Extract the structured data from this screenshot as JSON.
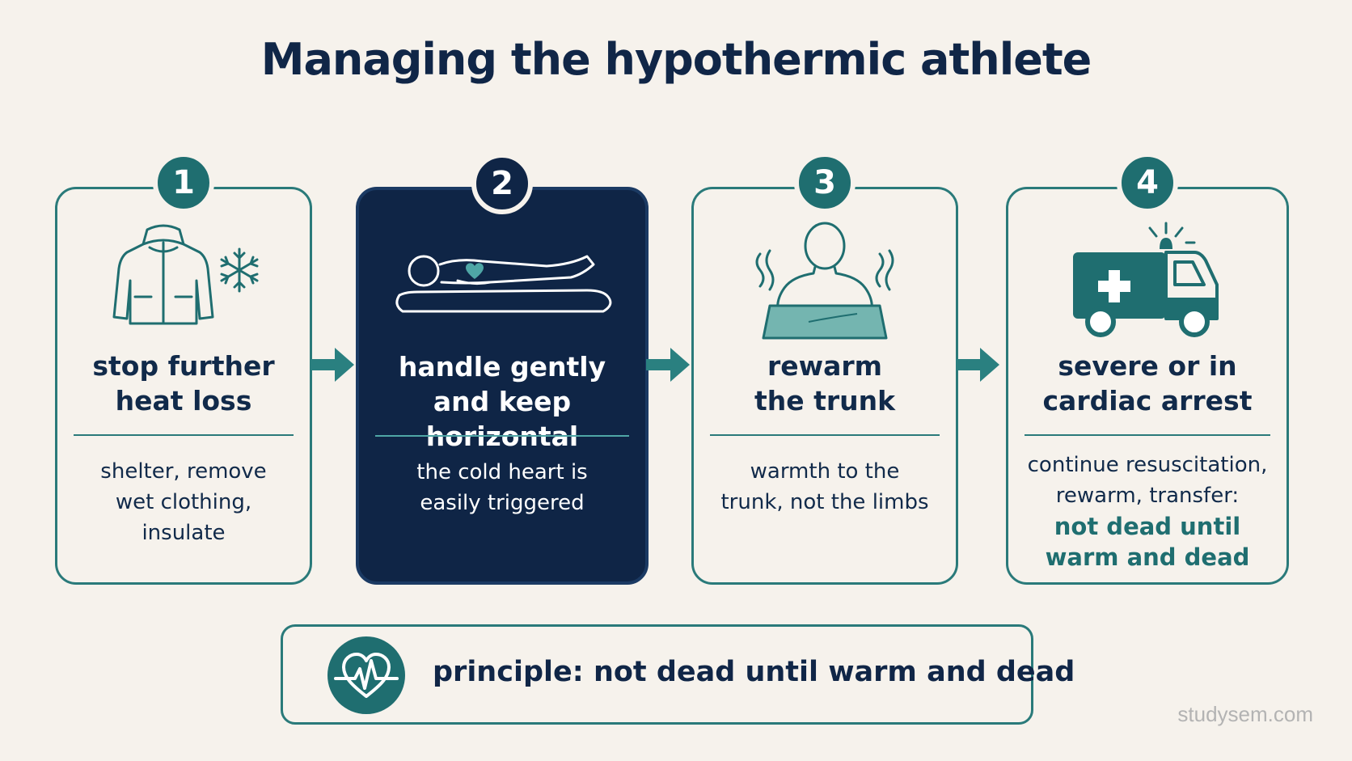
{
  "title": "Managing the hypothermic athlete",
  "steps": [
    {
      "number": "1",
      "heading": [
        "stop further",
        "heat loss"
      ],
      "body": [
        "shelter, remove",
        "wet clothing,",
        "insulate"
      ],
      "icons": [
        "jacket-icon",
        "snowflake-icon"
      ]
    },
    {
      "number": "2",
      "heading": [
        "handle gently",
        "and keep horizontal"
      ],
      "body": [
        "the cold heart is",
        "easily triggered"
      ],
      "icons": [
        "lying-person-icon",
        "heart-icon"
      ]
    },
    {
      "number": "3",
      "heading": [
        "rewarm",
        "the trunk"
      ],
      "body": [
        "warmth to the",
        "trunk, not the limbs"
      ],
      "icons": [
        "warmed-torso-icon"
      ]
    },
    {
      "number": "4",
      "heading": [
        "severe or in",
        "cardiac arrest"
      ],
      "body": [
        "continue resuscitation,",
        "rewarm, transfer:"
      ],
      "emphasis": [
        "not dead until",
        "warm and dead"
      ],
      "icons": [
        "ambulance-icon"
      ]
    }
  ],
  "principle": {
    "text": "principle: not dead until warm and dead",
    "icon": "heartbeat-icon"
  },
  "watermark": "studysem.com",
  "colors": {
    "background": "#f6f2ec",
    "teal": "#1f6e70",
    "navy": "#0f2546",
    "text": "#112a4a"
  }
}
